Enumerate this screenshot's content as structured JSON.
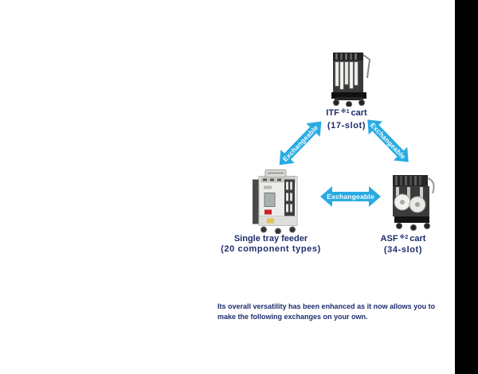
{
  "colors": {
    "background": "#ffffff",
    "side_bar": "#000000",
    "arrow": "#29abe2",
    "label_text": "#1e2d6e",
    "arrow_text": "#ffffff"
  },
  "diagram": {
    "nodes": {
      "itf": {
        "title_prefix": "ITF",
        "title_ref": "※1",
        "title_suffix": "cart",
        "subtitle": "(17-slot)"
      },
      "feeder": {
        "title_prefix": "Single tray feeder",
        "title_ref": "",
        "title_suffix": "",
        "subtitle": "(20  component types)"
      },
      "asf": {
        "title_prefix": "ASF",
        "title_ref": "※2",
        "title_suffix": "cart",
        "subtitle": "(34-slot)"
      }
    },
    "arrows": {
      "itf_feeder": {
        "label": "Exchangeable"
      },
      "itf_asf": {
        "label": "Exchangeable"
      },
      "feeder_asf": {
        "label": "Exchangeable"
      }
    }
  },
  "caption": {
    "line1": "Its overall versatility has been enhanced as it now allows you to",
    "line2": "make the following exchanges on your own."
  }
}
